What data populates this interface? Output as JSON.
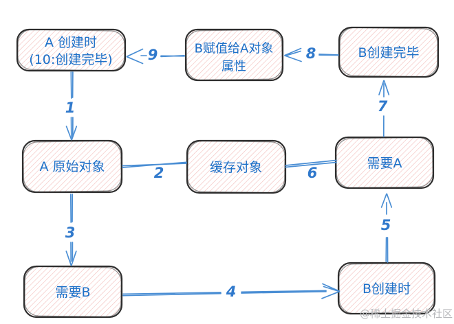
{
  "nodes": {
    "a_create": {
      "line1": "A 创建时",
      "line2": "(10:创建完毕)"
    },
    "b_assign": {
      "line1": "B赋值给A对象",
      "line2": "属性"
    },
    "b_done": {
      "label": "B创建完毕"
    },
    "a_origin": {
      "label": "A 原始对象"
    },
    "cache": {
      "label": "缓存对象"
    },
    "need_a": {
      "label": "需要A"
    },
    "need_b": {
      "label": "需要B"
    },
    "b_create": {
      "label": "B创建时"
    }
  },
  "edges": {
    "e1": {
      "label": "1",
      "from": "a_create",
      "to": "a_origin",
      "arrowhead": true
    },
    "e2": {
      "label": "2",
      "from": "a_origin",
      "to": "cache",
      "arrowhead": false
    },
    "e3": {
      "label": "3",
      "from": "a_origin",
      "to": "need_b",
      "arrowhead": true
    },
    "e4": {
      "label": "4",
      "from": "need_b",
      "to": "b_create",
      "arrowhead": true
    },
    "e5": {
      "label": "5",
      "from": "b_create",
      "to": "need_a",
      "arrowhead": true
    },
    "e6": {
      "label": "6",
      "from": "need_a",
      "to": "cache",
      "arrowhead": false
    },
    "e7": {
      "label": "7",
      "from": "need_a",
      "to": "b_done",
      "arrowhead": true
    },
    "e8": {
      "label": "8",
      "from": "b_done",
      "to": "b_assign",
      "arrowhead": true
    },
    "e9": {
      "label": "9",
      "from": "b_assign",
      "to": "a_create",
      "arrowhead": true
    }
  },
  "watermark": "@稀土掘金技术社区",
  "colors": {
    "background": "#ffffff",
    "box_border": "#2e2e2e",
    "box_hatch": "#f3c1be",
    "node_text": "#1e70c8",
    "edge": "#4a8ed4",
    "edge_label": "#3079cc",
    "watermark": "#b8b9bc"
  }
}
